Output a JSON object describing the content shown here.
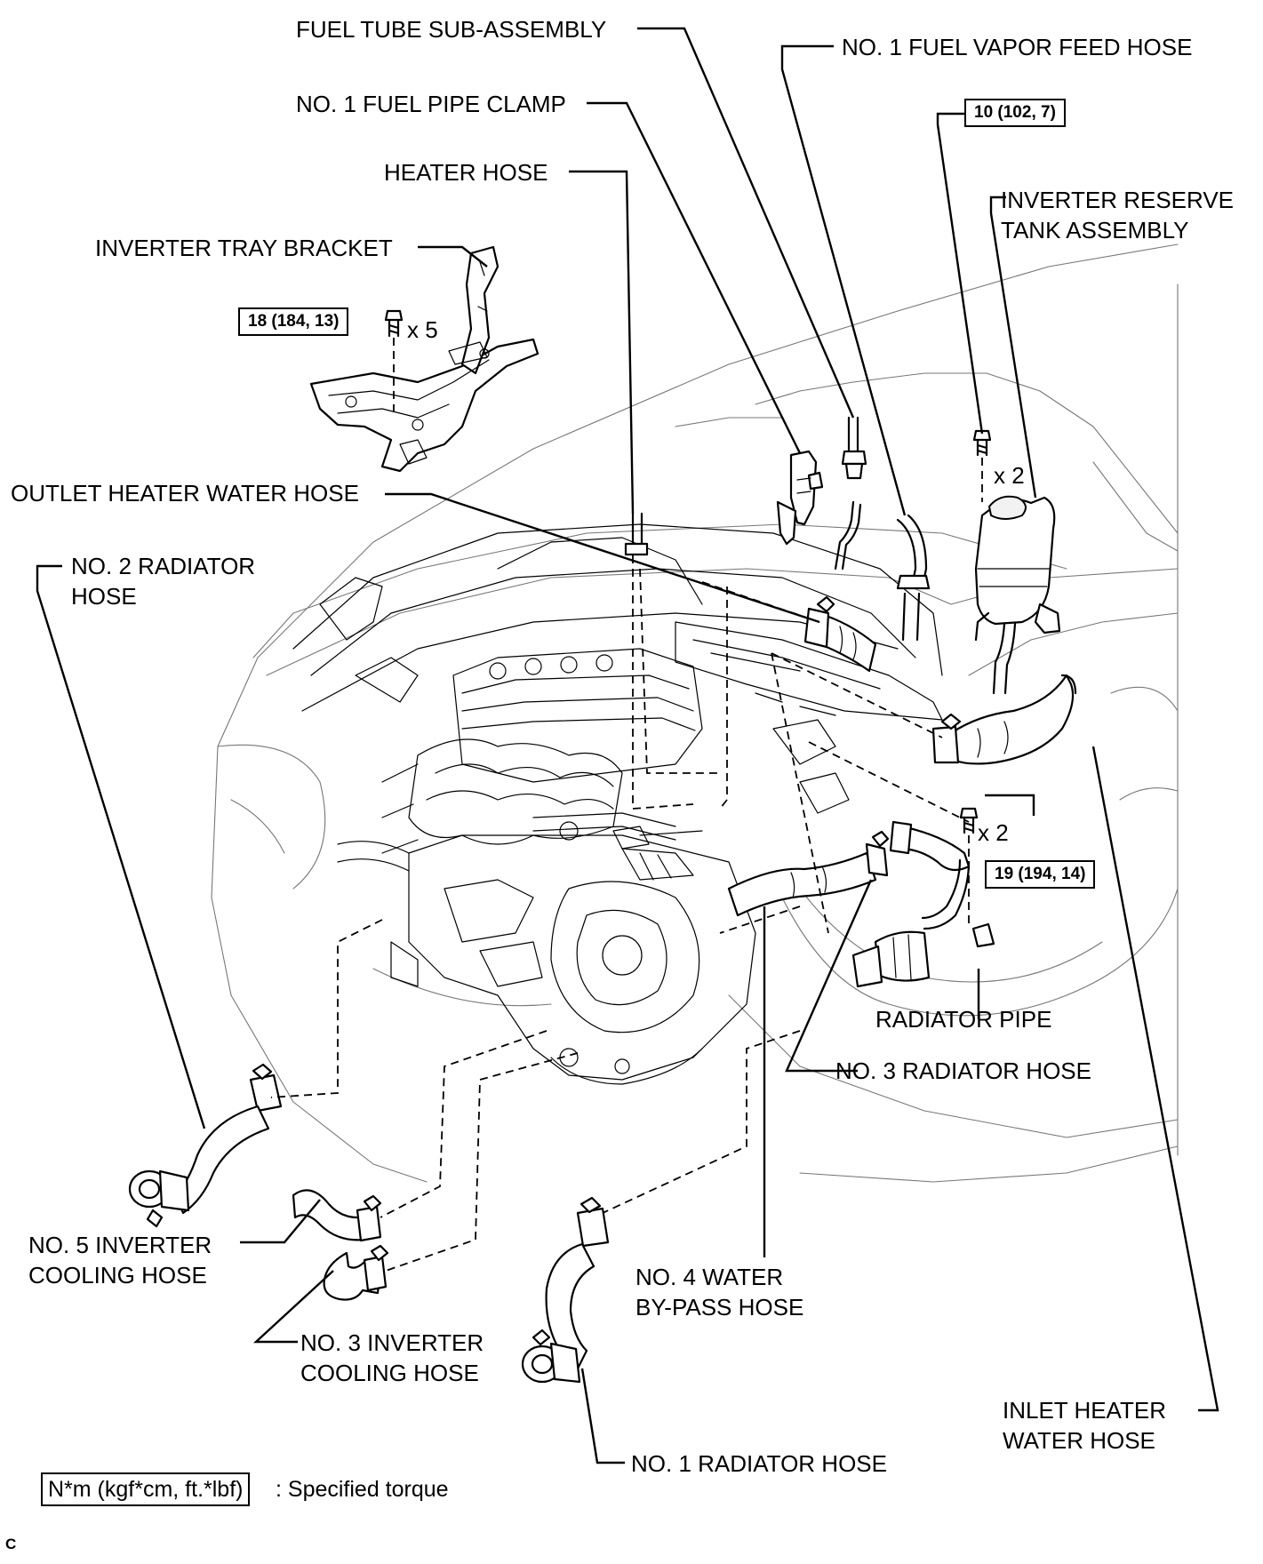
{
  "labels": {
    "fuel_tube": "FUEL TUBE SUB-ASSEMBLY",
    "fuel_vapor_hose": "NO. 1 FUEL VAPOR FEED HOSE",
    "fuel_pipe_clamp": "NO. 1 FUEL PIPE CLAMP",
    "heater_hose": "HEATER HOSE",
    "inverter_tray_bracket": "INVERTER TRAY BRACKET",
    "inverter_reserve_tank": "INVERTER RESERVE\nTANK ASSEMBLY",
    "outlet_heater_water_hose": "OUTLET HEATER WATER HOSE",
    "no2_radiator_hose": "NO. 2 RADIATOR\nHOSE",
    "radiator_pipe": "RADIATOR PIPE",
    "no3_radiator_hose": "NO. 3 RADIATOR HOSE",
    "no4_water_bypass_hose": "NO. 4 WATER\nBY-PASS HOSE",
    "no5_inverter_cooling_hose": "NO. 5 INVERTER\nCOOLING HOSE",
    "no3_inverter_cooling_hose": "NO. 3 INVERTER\nCOOLING HOSE",
    "inlet_heater_water_hose": "INLET HEATER\nWATER HOSE",
    "no1_radiator_hose": "NO. 1 RADIATOR HOSE"
  },
  "torques": {
    "tank_bolt": "10 (102, 7)",
    "bracket_bolt": "18 (184, 13)",
    "pipe_bolt": "19 (194, 14)"
  },
  "quantities": {
    "bracket_bolts": "x 5",
    "tank_bolts": "x 2",
    "pipe_bolts": "x 2"
  },
  "legend": {
    "unit_box": "N*m (kgf*cm, ft.*lbf)",
    "description": ": Specified torque"
  },
  "figure_code": "C"
}
